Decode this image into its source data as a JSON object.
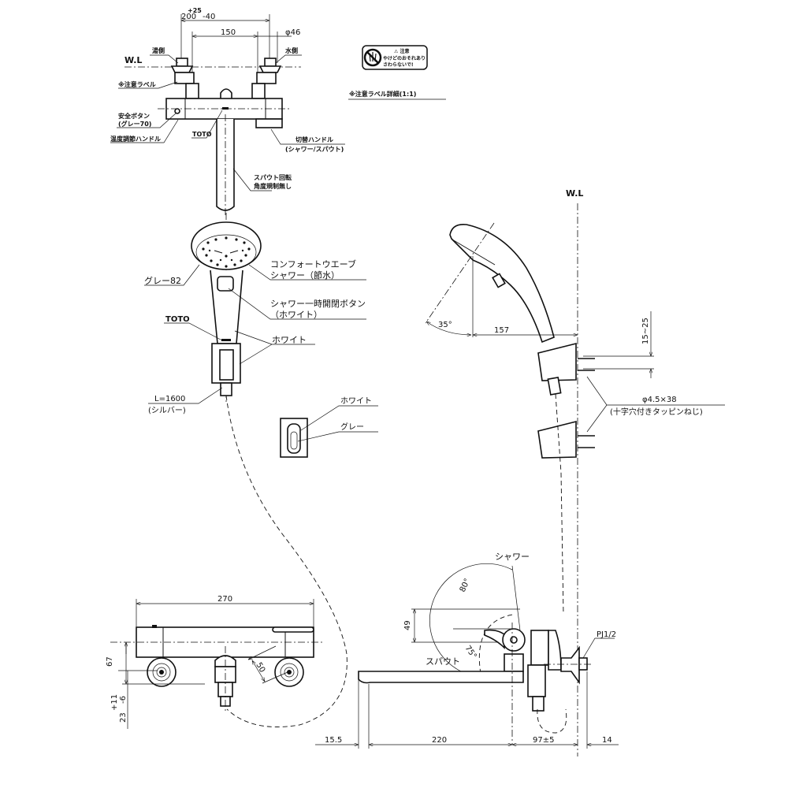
{
  "top_view": {
    "dim_tolerance_plus": "+25",
    "dim_200": "200",
    "dim_tolerance_minus": "-40",
    "dim_150": "150",
    "dim_phi46": "φ46",
    "hot_side": "湯側",
    "cold_side": "水側",
    "water_line": "W.L",
    "caution_label": "※注意ラベル",
    "safety_button": "安全ボタン",
    "safety_button_color": "(グレー70)",
    "temperature_handle": "温度調節ハンドル",
    "brand_mark": "TOTO",
    "switch_handle": "切替ハンドル",
    "switch_handle_note": "(シャワー/スパウト)",
    "spout_rotation": "スパウト回転",
    "spout_rotation_note": "角度規制無し"
  },
  "caution_label_detail": {
    "label_title": "⚠ 注意",
    "label_line1": "やけどのおそれあり",
    "label_line2": "さわらないで!",
    "caption": "※注意ラベル詳細(1:1)"
  },
  "shower_head_front": {
    "gray_82": "グレー82",
    "comfort_wave": "コンフォートウエーブ",
    "comfort_wave_note": "シャワー（節水）",
    "pause_button": "シャワー一時開閉ボタン",
    "pause_button_color": "（ホワイト）",
    "brand_mark": "TOTO",
    "white": "ホワイト",
    "hose_length": "L=1600",
    "hose_color": "(シルバー)"
  },
  "holder_detail": {
    "white": "ホワイト",
    "gray": "グレー"
  },
  "side_view": {
    "water_line": "W.L",
    "angle_35": "35°",
    "dim_157": "157",
    "dim_15_25": "15~25",
    "screw_spec": "φ4.5×38",
    "screw_note": "(十字穴付きタッピンねじ)"
  },
  "front_view": {
    "dim_270": "270",
    "dim_67": "67",
    "dim_23": "23",
    "dim_tol_plus": "+11",
    "dim_tol_minus": "-6",
    "dim_50": "50"
  },
  "bottom_side_view": {
    "shower": "シャワー",
    "angle_80": "80°",
    "dim_49": "49",
    "angle_75": "75°",
    "spout": "スパウト",
    "pipe_thread": "PJ1/2",
    "dim_15_5": "15.5",
    "dim_220": "220",
    "dim_97": "97±5",
    "dim_14": "14"
  }
}
